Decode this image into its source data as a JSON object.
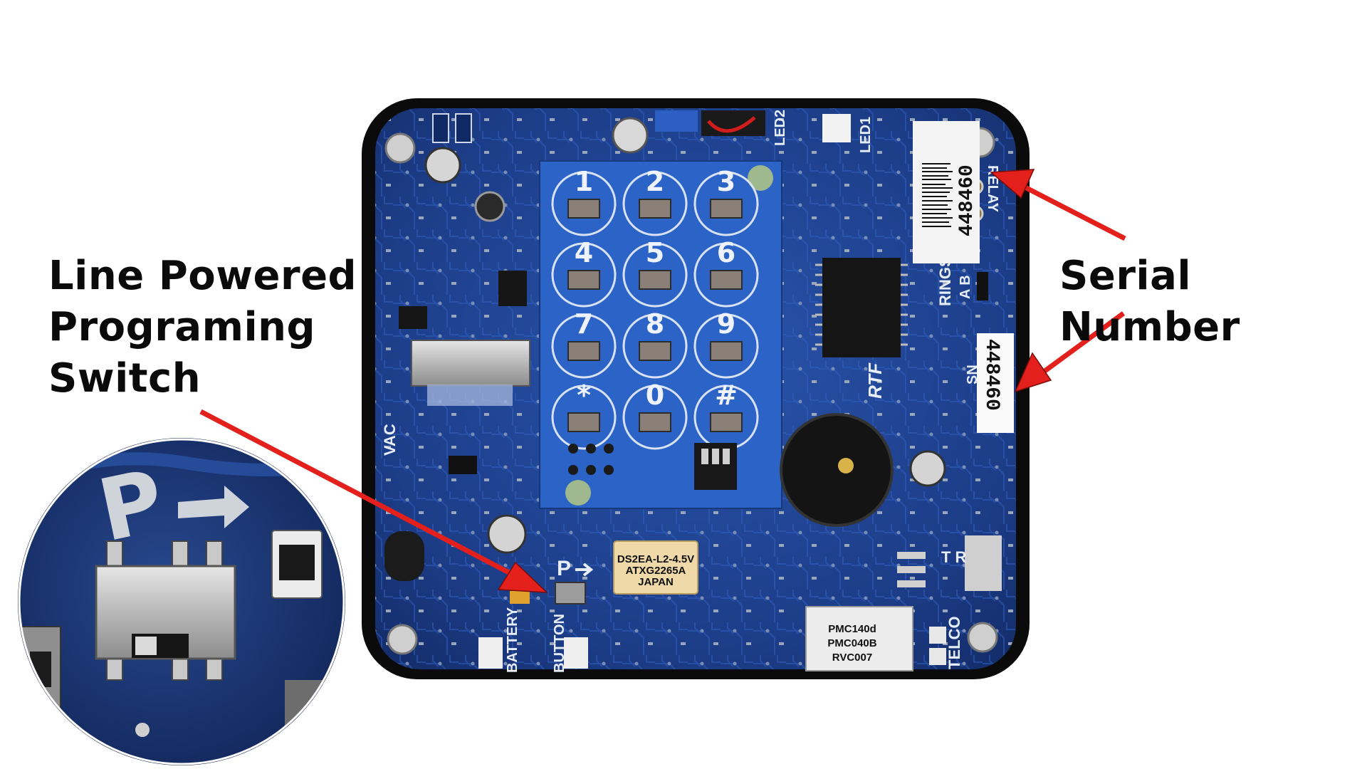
{
  "callouts": {
    "switch": {
      "lines": [
        "Line Powered",
        "Programing",
        "Switch"
      ]
    },
    "serial": {
      "text": "Serial Number"
    }
  },
  "board": {
    "keypad_keys": [
      "1",
      "2",
      "3",
      "4",
      "5",
      "6",
      "7",
      "8",
      "9",
      "*",
      "0",
      "#"
    ],
    "serial_label": "448460",
    "serial_sticker": "448460",
    "silkscreen": {
      "relay": "RELAY",
      "rings": "RINGS",
      "rings_ab": "A B",
      "sn": "SN",
      "led1": "LED1",
      "led2": "LED2",
      "vac": "VAC",
      "battery": "BATTERY",
      "button": "BUTTON",
      "telco": "TELCO",
      "rtf": "RTF",
      "prog": "P",
      "t_r": "T R"
    },
    "chip_lines": [
      "PMC140d",
      "PMC040B",
      "RVC007"
    ],
    "relay_lines": [
      "DS2EA-L2-4.5V",
      "ATXG2265A",
      "JAPAN"
    ]
  },
  "colors": {
    "arrow": "#e3201b",
    "pcb": "#1e3f8c",
    "frame": "#0b0b0b"
  }
}
